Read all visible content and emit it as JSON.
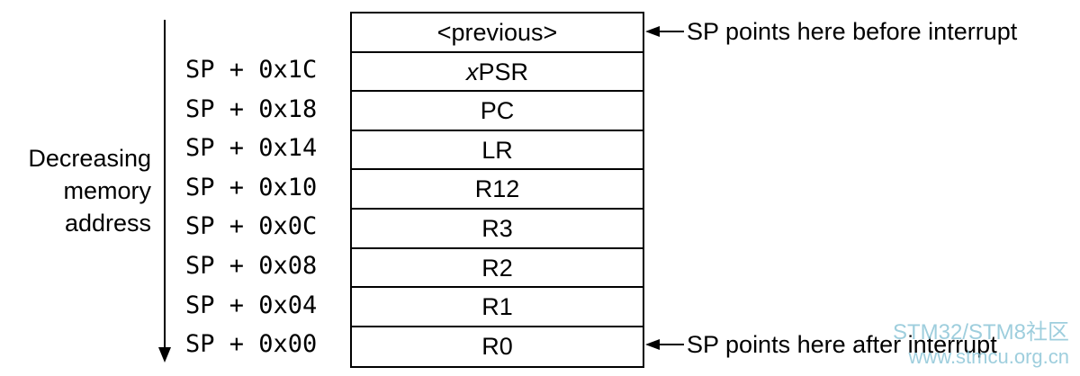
{
  "side_label": {
    "line1": "Decreasing",
    "line2": "memory",
    "line3": "address"
  },
  "stack": [
    {
      "offset": "",
      "register": "<previous>"
    },
    {
      "offset": "SP + 0x1C",
      "register": "PSR",
      "prefix_italic": "x"
    },
    {
      "offset": "SP + 0x18",
      "register": "PC"
    },
    {
      "offset": "SP + 0x14",
      "register": "LR"
    },
    {
      "offset": "SP + 0x10",
      "register": "R12"
    },
    {
      "offset": "SP + 0x0C",
      "register": "R3"
    },
    {
      "offset": "SP + 0x08",
      "register": "R2"
    },
    {
      "offset": "SP + 0x04",
      "register": "R1"
    },
    {
      "offset": "SP + 0x00",
      "register": "R0"
    }
  ],
  "annotations": {
    "before": "SP points here before interrupt",
    "after": "SP points here after interrupt"
  },
  "watermark": {
    "line1": "STM32/STM8社区",
    "line2": "www.stmcu.org.cn"
  }
}
